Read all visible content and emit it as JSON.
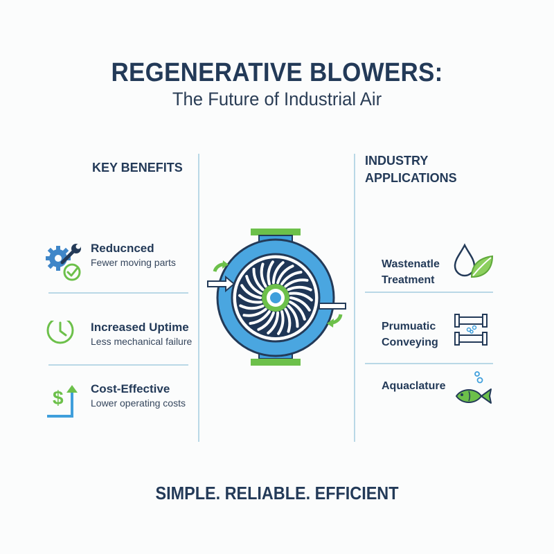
{
  "header": {
    "title": "REGENERATIVE BLOWERS:",
    "subtitle": "The Future of Industrial Air"
  },
  "benefits": {
    "heading": "KEY BENEFITS",
    "items": [
      {
        "title": "Reducnced",
        "desc": "Fewer moving parts",
        "icon": "gear-wrench-check-icon"
      },
      {
        "title": "Increased Uptime",
        "desc": "Less mechanical failure",
        "icon": "clock-icon"
      },
      {
        "title": "Cost-Effective",
        "desc": "Lower operating costs",
        "icon": "dollar-arrow-icon"
      }
    ]
  },
  "applications": {
    "heading_line1": "INDUSTRY",
    "heading_line2": "APPLICATIONS",
    "items": [
      {
        "line1": "Wastenatle",
        "line2": "Treatment",
        "icon": "water-drop-leaf-icon"
      },
      {
        "line1": "Prumuatic",
        "line2": "Conveying",
        "icon": "pipe-conveying-icon"
      },
      {
        "line1": "Aquaclature",
        "line2": "",
        "icon": "fish-bubbles-icon"
      }
    ]
  },
  "footer": {
    "tagline": "SIMPLE. RELIABLE. EFFICIENT"
  },
  "colors": {
    "navy": "#233a58",
    "blue": "#3f9fdc",
    "green": "#6cc04a",
    "divider": "#b9d8e6"
  }
}
